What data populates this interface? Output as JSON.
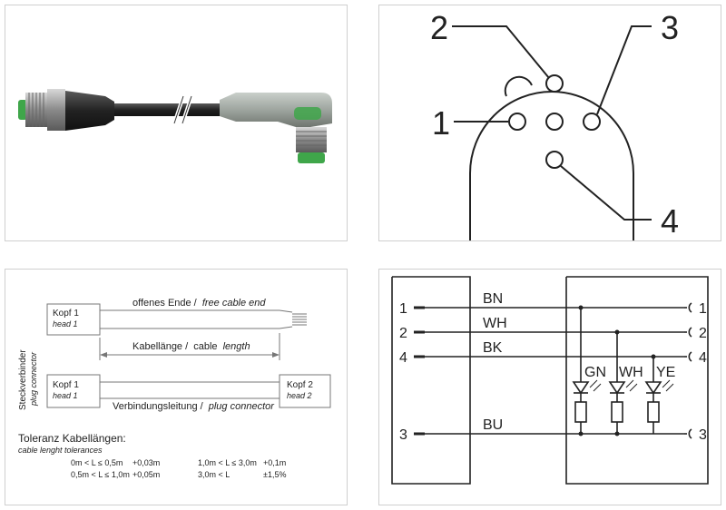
{
  "product_photo": {
    "parts": [
      "male-m12-connector",
      "cable",
      "angled-led-connector"
    ]
  },
  "pinout": {
    "pins": [
      "1",
      "2",
      "3",
      "4"
    ]
  },
  "length_diagram": {
    "side_label": "Steckverbinder",
    "side_label_en": "plug connector",
    "head1_de": "Kopf 1",
    "head1_en": "head 1",
    "head2_de": "Kopf 2",
    "head2_en": "head 2",
    "free_end_de": "offenes Ende /",
    "free_end_en": "free cable end",
    "cable_length_de": "Kabellänge /",
    "cable_length_en_plain": "cable",
    "cable_length_en_it": "length",
    "connection_de": "Verbindungsleitung /",
    "connection_en": "plug connector",
    "tolerance_title": "Toleranz Kabellängen:",
    "tolerance_subtitle": "cable lenght tolerances",
    "tolerances": [
      {
        "range": "0m < L ≤ 0,5m",
        "value": "+0,03m"
      },
      {
        "range": "0,5m < L ≤ 1,0m",
        "value": "+0,05m"
      },
      {
        "range": "1,0m < L ≤ 3,0m",
        "value": "+0,1m"
      },
      {
        "range": "3,0m < L",
        "value": "±1,5%"
      }
    ]
  },
  "wiring": {
    "left_pins": [
      "1",
      "2",
      "4",
      "3"
    ],
    "right_pins": [
      "1",
      "2",
      "4",
      "3"
    ],
    "wire_colors": [
      "BN",
      "WH",
      "BK",
      "BU"
    ],
    "led_labels": [
      "GN",
      "WH",
      "YE"
    ]
  },
  "colors": {
    "connector_green": "#3fa64a",
    "metal": "#8c8c8c",
    "cable_black": "#1c1c1c",
    "line": "#222222"
  }
}
